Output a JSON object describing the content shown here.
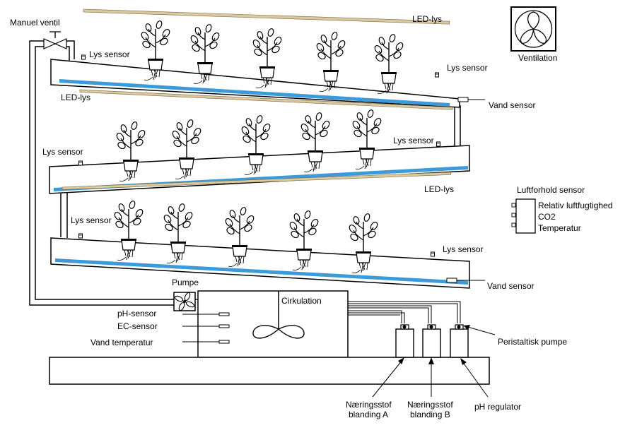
{
  "labels": {
    "manual_valve": "Manuel ventil",
    "led_top": "LED-lys",
    "led_mid1": "LED-lys",
    "led_mid2": "LED-lys",
    "ventilation": "Ventilation",
    "light_sensor_1l": "Lys sensor",
    "light_sensor_1r": "Lys sensor",
    "light_sensor_2l": "Lys sensor",
    "light_sensor_2r": "Lys sensor",
    "light_sensor_3l": "Lys sensor",
    "light_sensor_3r": "Lys sensor",
    "water_sensor_1": "Vand sensor",
    "water_sensor_3": "Vand sensor",
    "air_sensor_title": "Luftforhold sensor",
    "air_humidity": "Relativ luftfugtighed",
    "air_co2": "CO2",
    "air_temp": "Temperatur",
    "pump": "Pumpe",
    "circulation": "Cirkulation",
    "ph_sensor": "pH-sensor",
    "ec_sensor": "EC-sensor",
    "water_temp": "Vand temperatur",
    "peristaltic_pump": "Peristaltisk pumpe",
    "nutrient_a_1": "Næringsstof",
    "nutrient_a_2": "blanding A",
    "nutrient_b_1": "Næringsstof",
    "nutrient_b_2": "blanding B",
    "ph_regulator": "pH regulator"
  },
  "colors": {
    "water": "#3d9ad8",
    "led": "#d8c9a0",
    "line": "#000000"
  },
  "icons": {
    "ventilation": "fan-icon",
    "pump": "pump-fan-icon",
    "plant": "plant-icon",
    "valve": "valve-icon"
  }
}
